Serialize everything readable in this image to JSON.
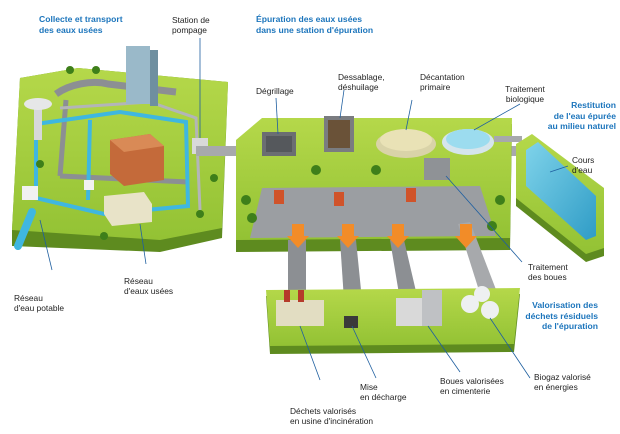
{
  "headings": {
    "collecte": "Collecte et transport\ndes eaux usées",
    "epuration": "Épuration des eaux usées\ndans une station d'épuration",
    "restitution": "Restitution\nde l'eau épurée\nau milieu naturel",
    "valorisation": "Valorisation des\ndéchets résiduels\nde l'épuration"
  },
  "labels": {
    "station_pompage": "Station de\npompage",
    "degrillage": "Dégrillage",
    "dessablage": "Dessablage,\ndéshuilage",
    "decantation": "Décantation\nprimaire",
    "traitement_bio": "Traitement\nbiologique",
    "cours_eau": "Cours\nd'eau",
    "reseau_potable": "Réseau\nd'eau potable",
    "reseau_usees": "Réseau\nd'eaux usées",
    "traitement_boues": "Traitement\ndes boues",
    "dechets_incineration": "Déchets valorisés\nen usine d'incinération",
    "mise_decharge": "Mise\nen décharge",
    "boues_cimenterie": "Boues valorisées\nen cimenterie",
    "biogaz": "Biogaz valorisé\nen énergies"
  },
  "colors": {
    "heading_blue": "#1c75bc",
    "grass": "#9fc83a",
    "soil": "#5d8a1e",
    "pipe": "#a7a9ac",
    "water_pipe": "#3fb7e0",
    "arrow": "#f28c28",
    "callout": "#1f5fa0"
  }
}
